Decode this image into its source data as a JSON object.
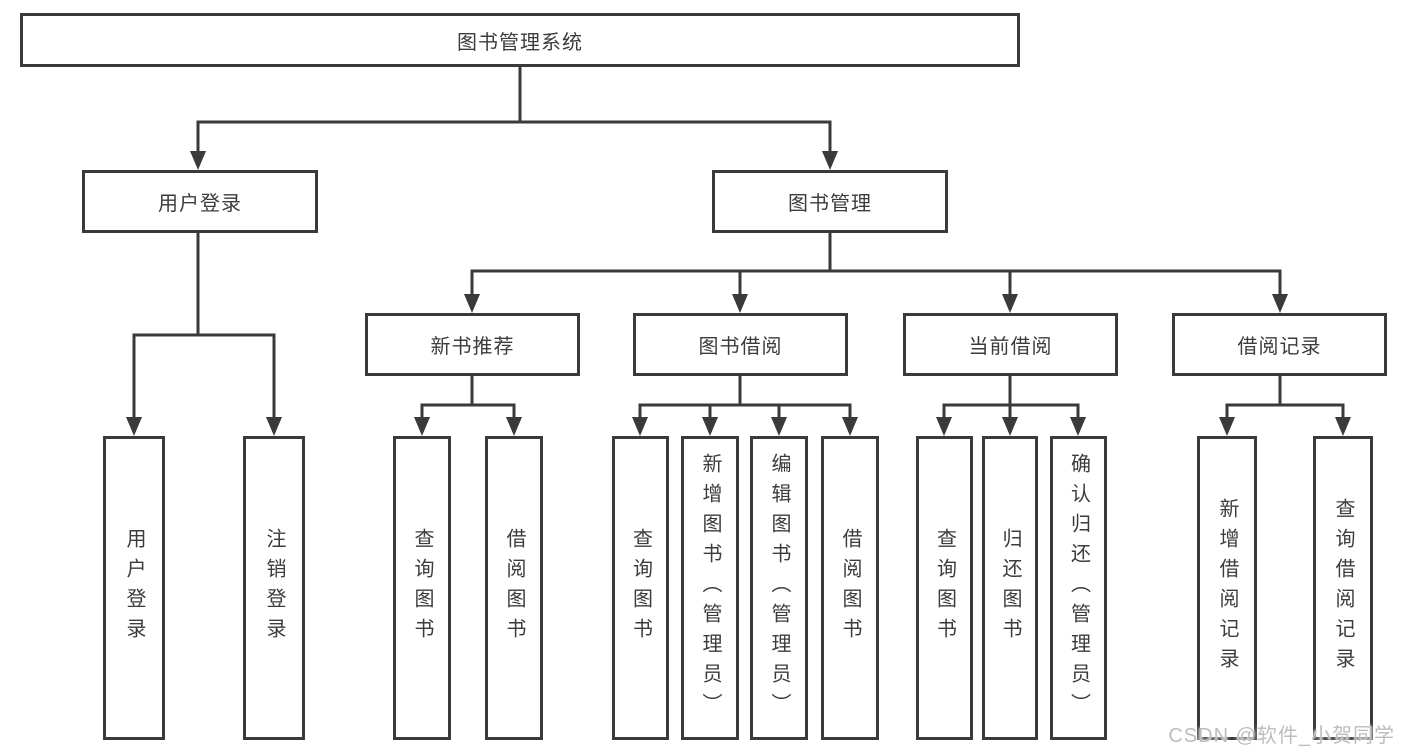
{
  "diagram": {
    "root": {
      "label": "图书管理系统"
    },
    "user_branch": {
      "label": "用户登录",
      "children": [
        {
          "label": "用户登录"
        },
        {
          "label": "注销登录"
        }
      ]
    },
    "book_branch": {
      "label": "图书管理",
      "sections": [
        {
          "label": "新书推荐",
          "children": [
            {
              "label": "查询图书"
            },
            {
              "label": "借阅图书"
            }
          ]
        },
        {
          "label": "图书借阅",
          "children": [
            {
              "label": "查询图书"
            },
            {
              "label": "新增图书（管理员）"
            },
            {
              "label": "编辑图书（管理员）"
            },
            {
              "label": "借阅图书"
            }
          ]
        },
        {
          "label": "当前借阅",
          "children": [
            {
              "label": "查询图书"
            },
            {
              "label": "归还图书"
            },
            {
              "label": "确认归还（管理员）"
            }
          ]
        },
        {
          "label": "借阅记录",
          "children": [
            {
              "label": "新增借阅记录"
            },
            {
              "label": "查询借阅记录"
            }
          ]
        }
      ]
    }
  },
  "watermark": {
    "text": "CSDN @软件_小贺同学"
  },
  "colors": {
    "line": "#3a3a3a",
    "box_border": "#3a3a3a",
    "text": "#3c3c3c",
    "background": "#ffffff",
    "watermark": "#bdbdbd"
  }
}
